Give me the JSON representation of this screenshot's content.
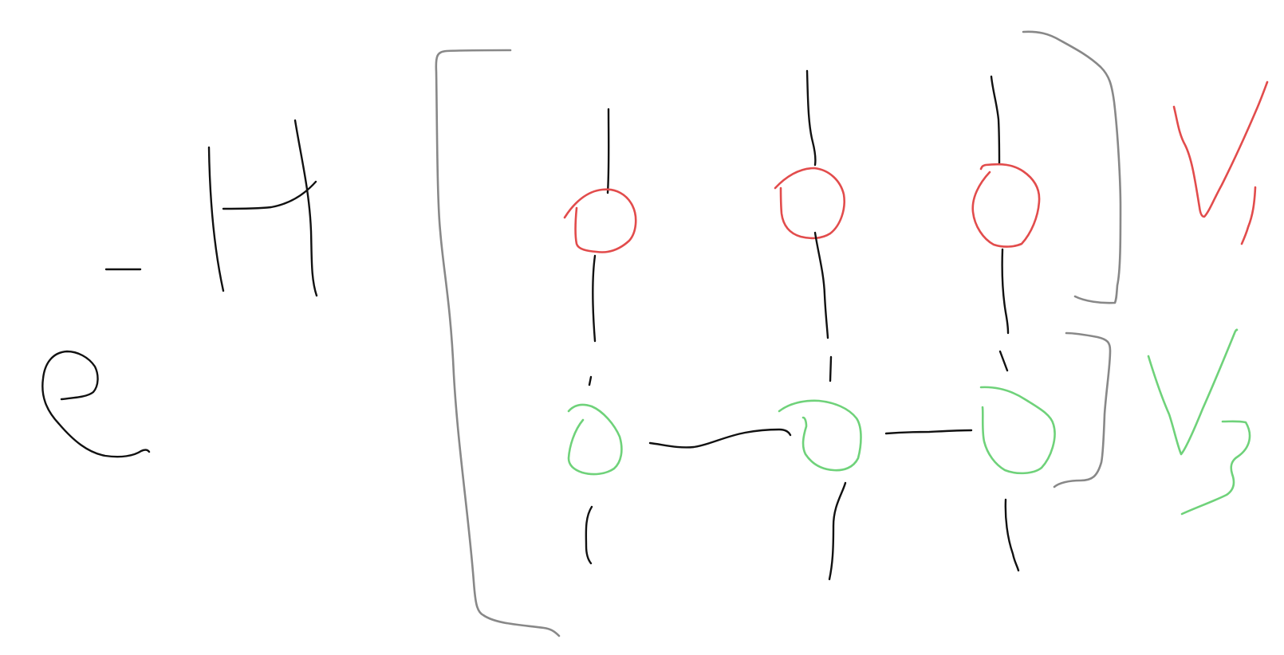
{
  "canvas": {
    "background": "#ffffff"
  },
  "colors": {
    "ink": "#111111",
    "bracket": "#888888",
    "v1": "#e24c4c",
    "v2": "#6fd27a"
  },
  "expression": {
    "base": "e",
    "exponent": "-H"
  },
  "network": {
    "rows": 2,
    "columns": 3,
    "top_row_color": "v1",
    "bottom_row_color": "v2",
    "bottom_row_bonds": 2
  },
  "labels": {
    "v1": "V₁",
    "v2": "V₂"
  }
}
